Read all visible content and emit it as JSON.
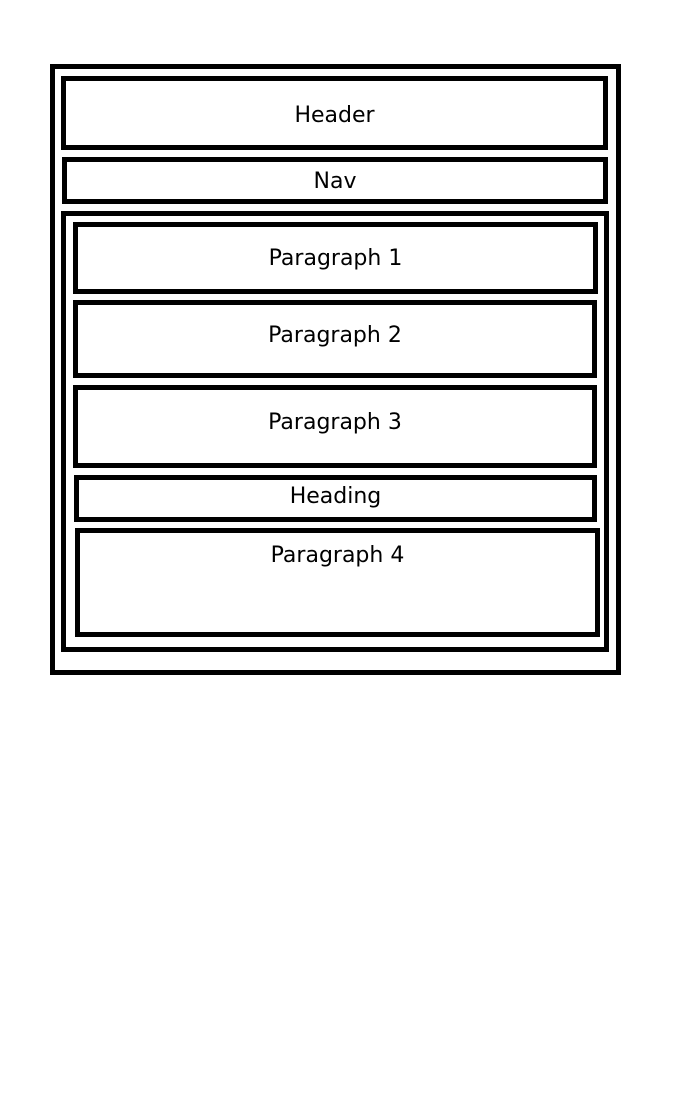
{
  "wireframe": {
    "header": {
      "label": "Header"
    },
    "nav": {
      "label": "Nav"
    },
    "content": {
      "paragraph_1": "Paragraph 1",
      "paragraph_2": "Paragraph 2",
      "paragraph_3": "Paragraph 3",
      "heading": "Heading",
      "paragraph_4": "Paragraph 4"
    }
  }
}
